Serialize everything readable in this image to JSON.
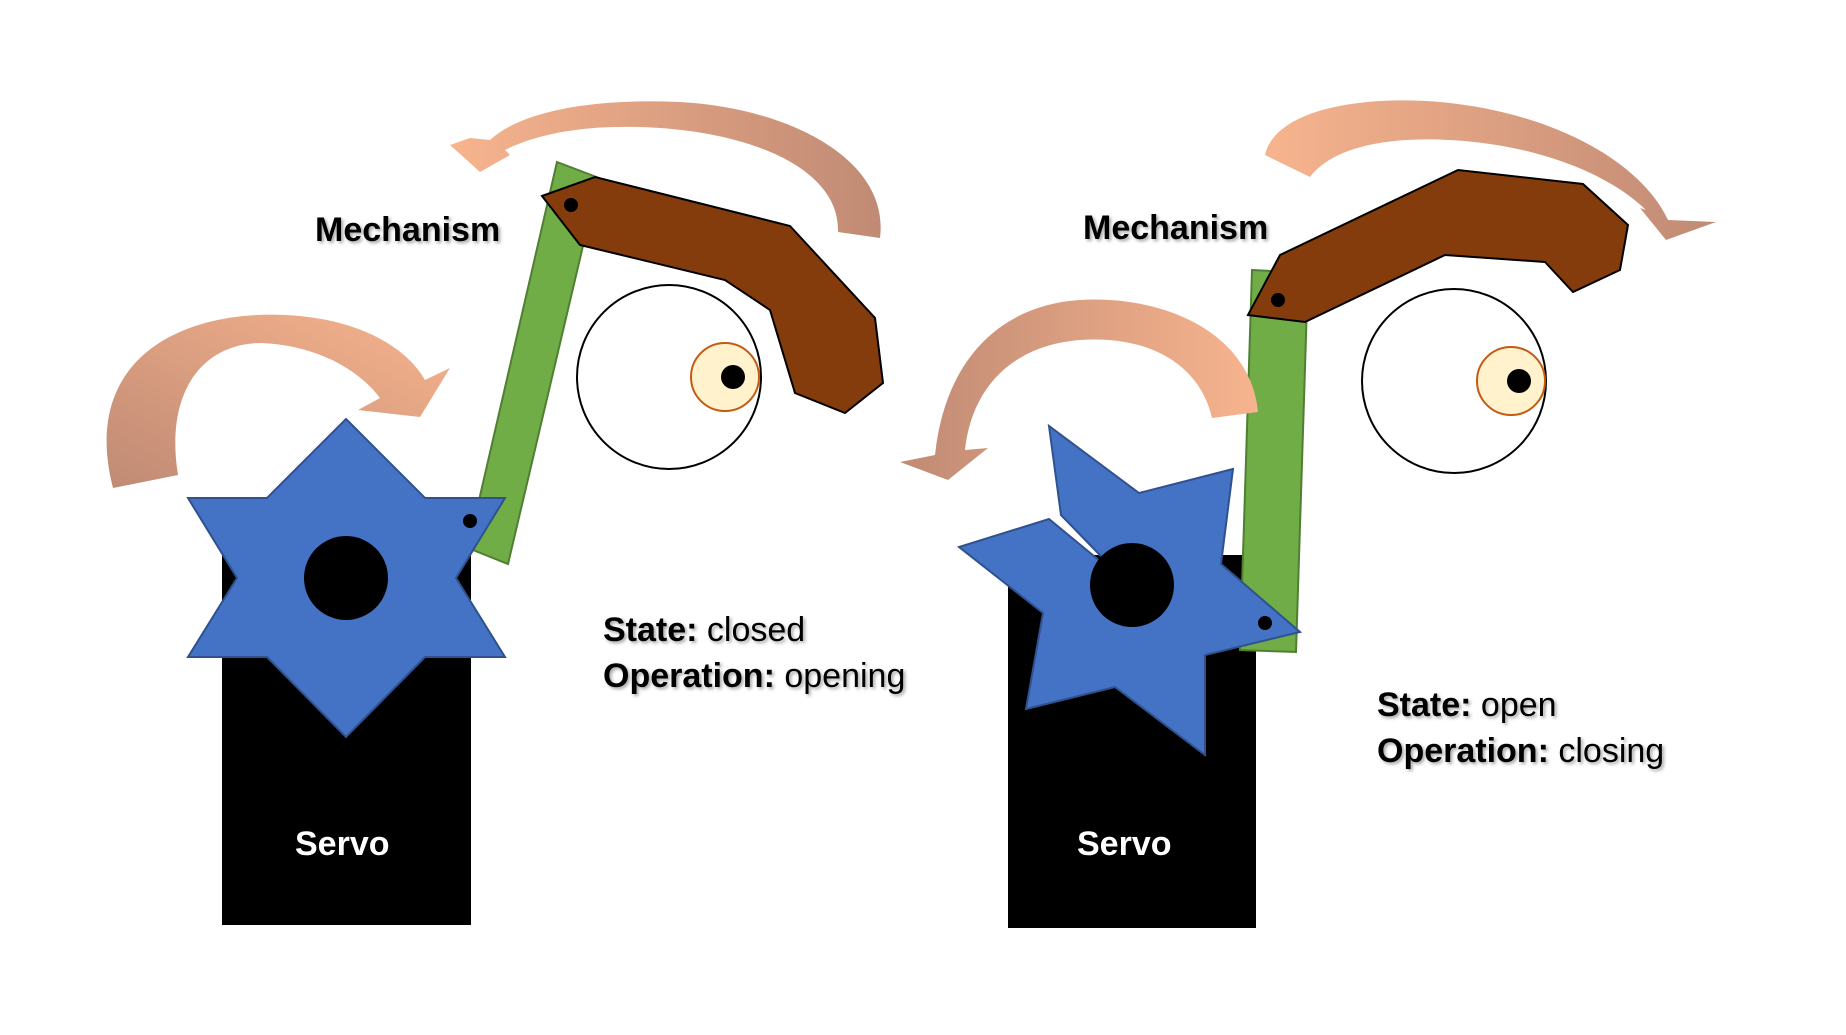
{
  "colors": {
    "servo_body": "#000000",
    "gear": "#4472C4",
    "rod": "#70AD47",
    "eyelid": "#843C0C",
    "pupil_iris": "#FFF2CC",
    "arrow_start": "#F4B183",
    "arrow_end": "#C08A74"
  },
  "panels": [
    {
      "mechanism_label": "Mechanism",
      "servo_label": "Servo",
      "state_key": "State:",
      "state_value": "closed",
      "operation_key": "Operation:",
      "operation_value": "opening"
    },
    {
      "mechanism_label": "Mechanism",
      "servo_label": "Servo",
      "state_key": "State:",
      "state_value": "open",
      "operation_key": "Operation:",
      "operation_value": "closing"
    }
  ]
}
